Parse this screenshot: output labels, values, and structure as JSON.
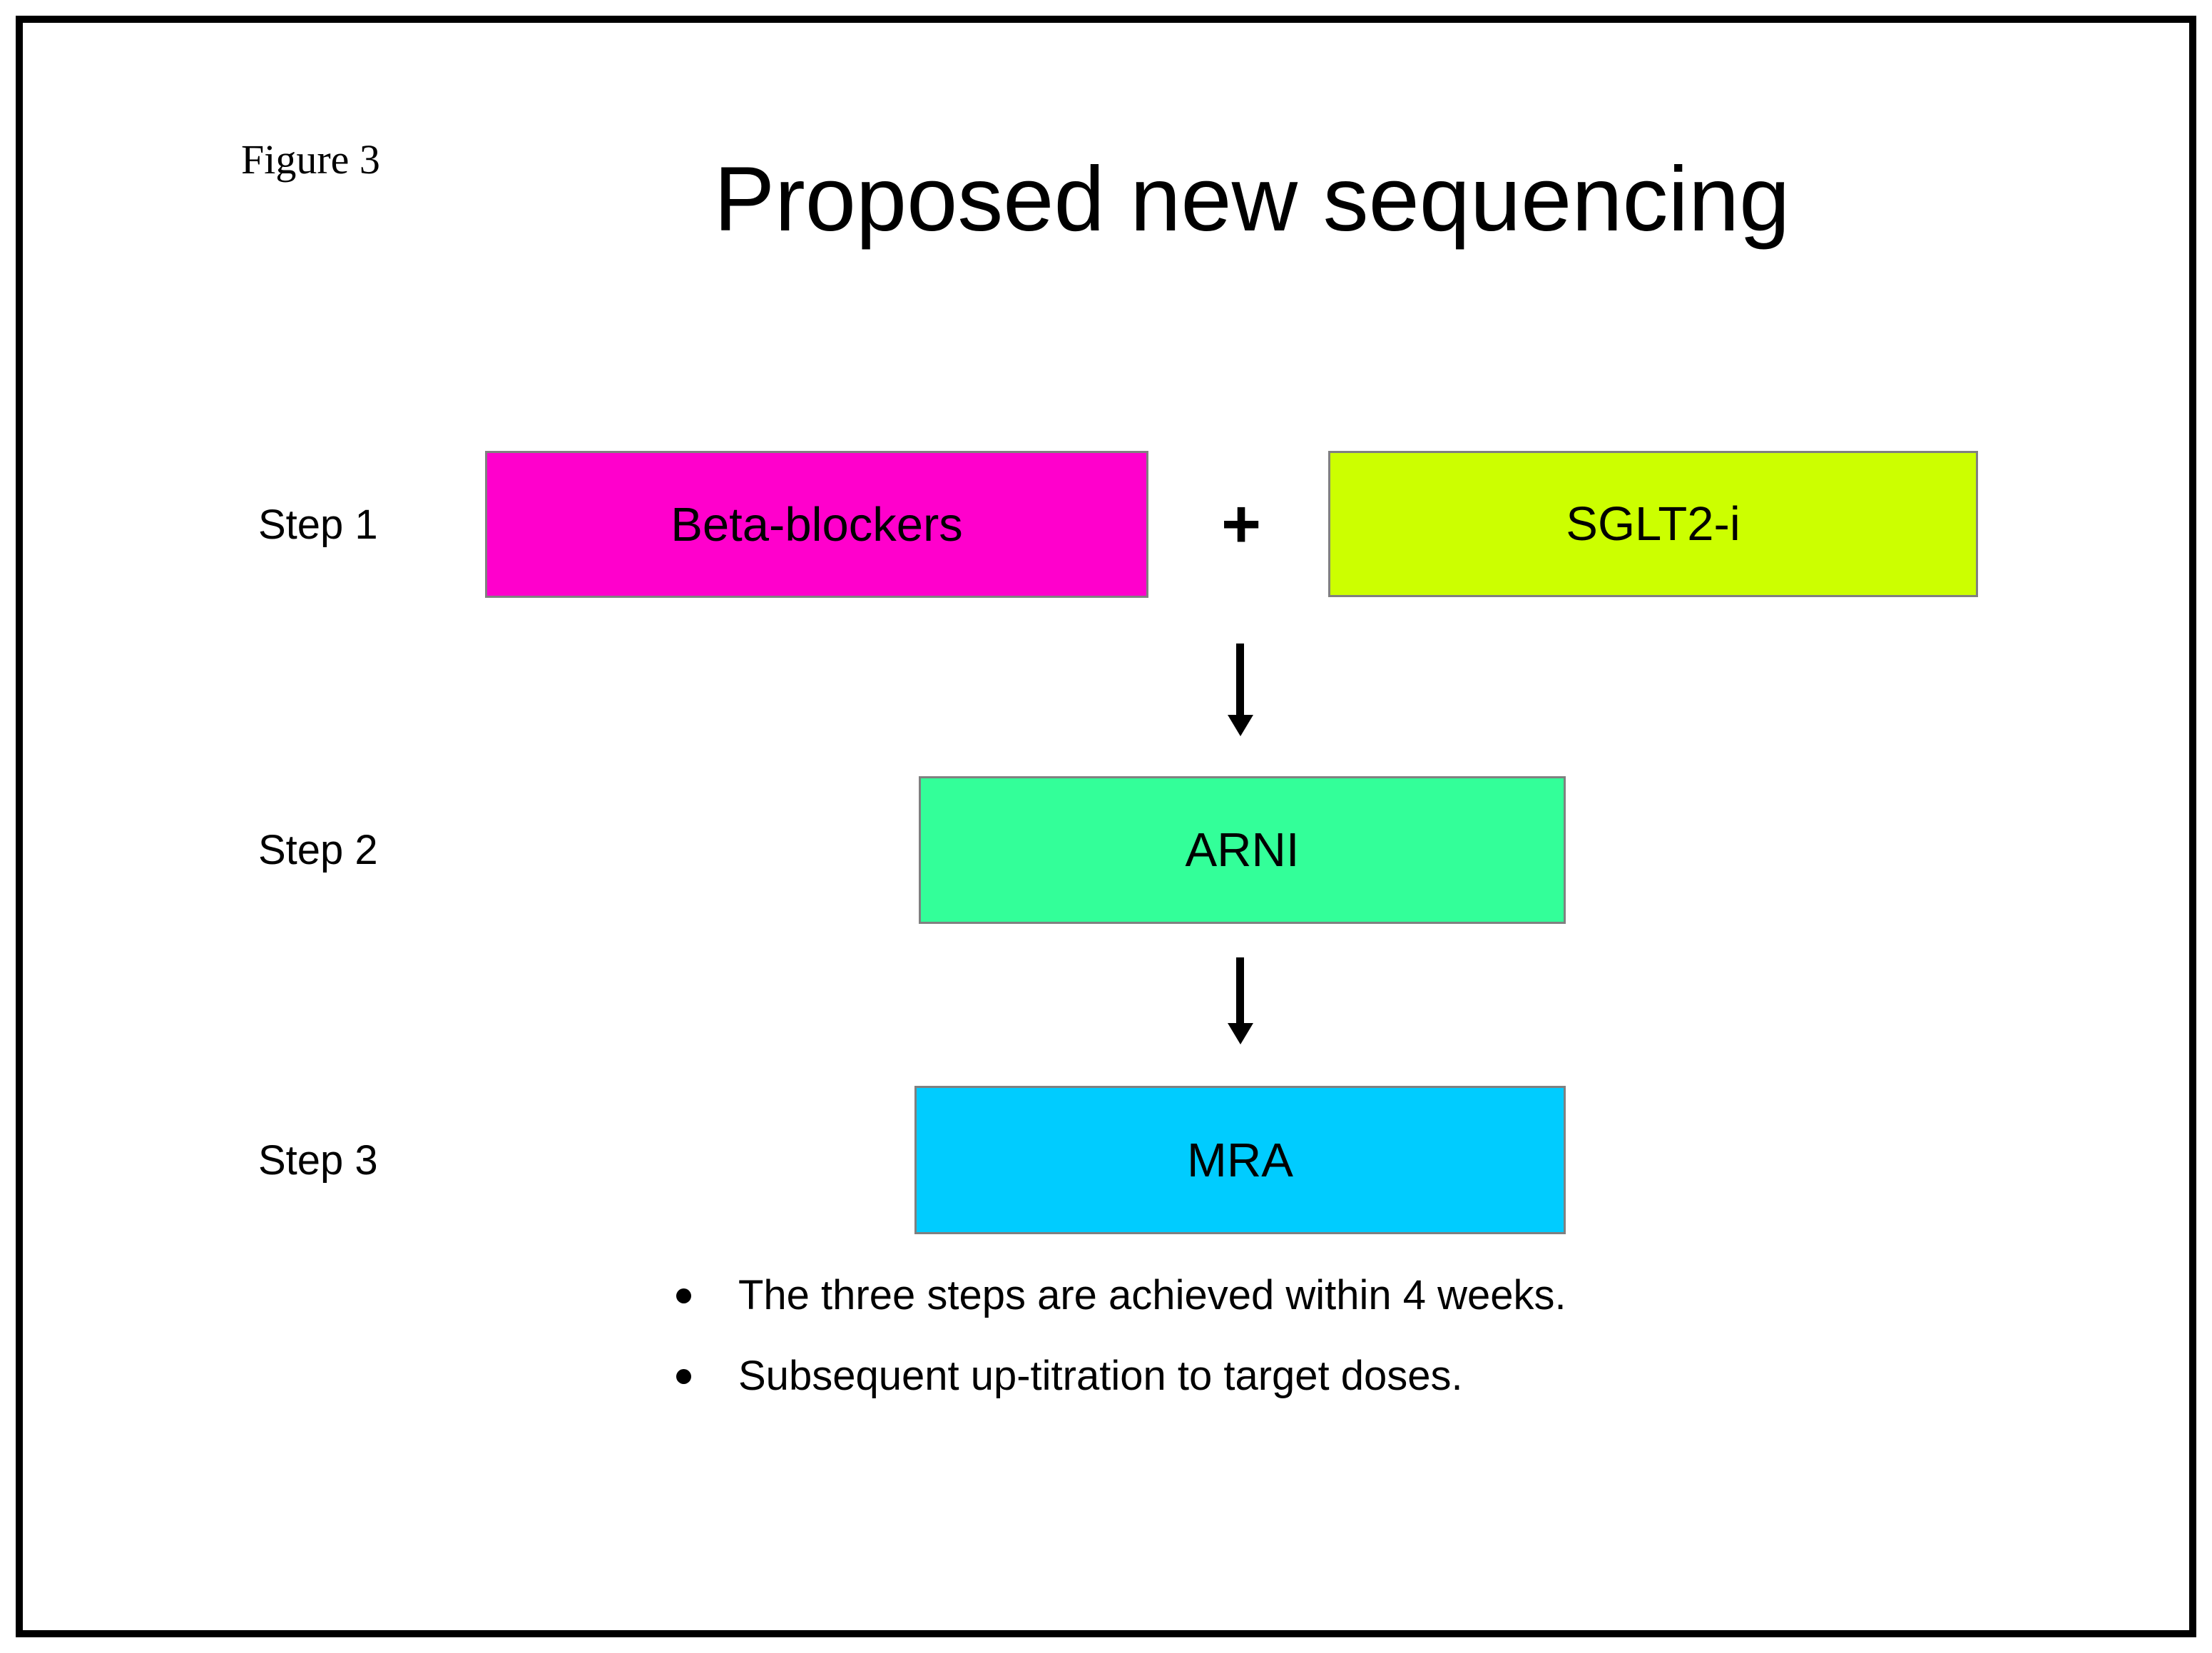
{
  "figure_label": "Figure 3",
  "title": "Proposed new sequencing",
  "plus_sign": "+",
  "steps": [
    {
      "label": "Step 1",
      "boxes": [
        {
          "text": "Beta-blockers",
          "color": "#FF00CC"
        },
        {
          "text": "SGLT2-i",
          "color": "#CCFF00"
        }
      ]
    },
    {
      "label": "Step 2",
      "boxes": [
        {
          "text": "ARNI",
          "color": "#33FF99"
        }
      ]
    },
    {
      "label": "Step 3",
      "boxes": [
        {
          "text": "MRA",
          "color": "#00CCFF"
        }
      ]
    }
  ],
  "bullets": [
    "The three steps are achieved within 4 weeks.",
    "Subsequent up-titration to target doses."
  ],
  "colors": {
    "background": "#FFFFFF",
    "frame_border": "#000000",
    "box_border": "#808080",
    "text": "#000000",
    "beta_blockers_box": "#FF00CC",
    "sglt2i_box": "#CCFF00",
    "arni_box": "#33FF99",
    "mra_box": "#00CCFF"
  }
}
